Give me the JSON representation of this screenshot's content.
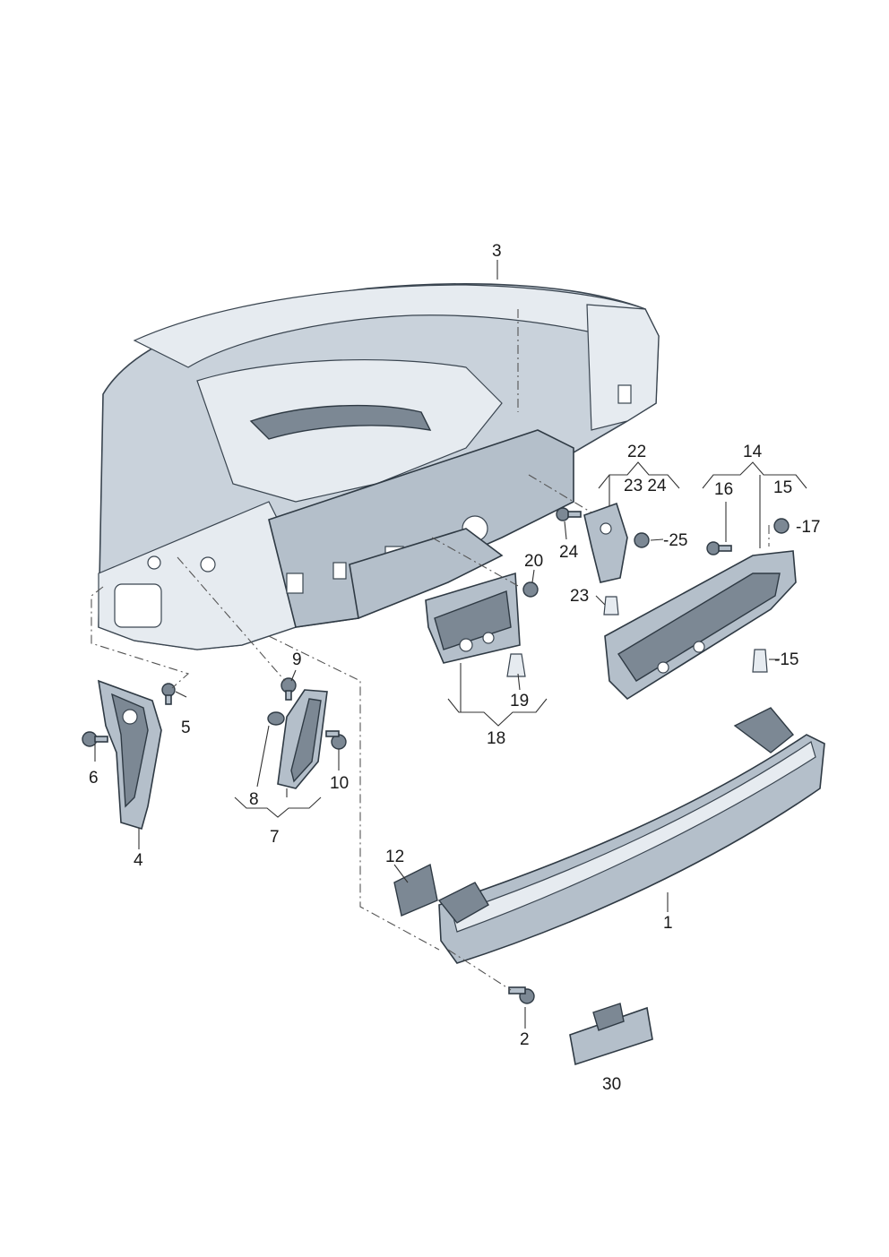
{
  "callouts": [
    {
      "id": "c1",
      "text": "1"
    },
    {
      "id": "c2",
      "text": "2"
    },
    {
      "id": "c3",
      "text": "3"
    },
    {
      "id": "c4",
      "text": "4"
    },
    {
      "id": "c5",
      "text": "5"
    },
    {
      "id": "c6",
      "text": "6"
    },
    {
      "id": "c7",
      "text": "7"
    },
    {
      "id": "c8",
      "text": "8"
    },
    {
      "id": "c9",
      "text": "9"
    },
    {
      "id": "c10",
      "text": "10"
    },
    {
      "id": "c12",
      "text": "12"
    },
    {
      "id": "c14",
      "text": "14"
    },
    {
      "id": "c15a",
      "text": "15"
    },
    {
      "id": "c15b",
      "text": "-15"
    },
    {
      "id": "c16",
      "text": "16"
    },
    {
      "id": "c17",
      "text": "-17"
    },
    {
      "id": "c18",
      "text": "18"
    },
    {
      "id": "c19",
      "text": "19"
    },
    {
      "id": "c20",
      "text": "20"
    },
    {
      "id": "c22",
      "text": "22"
    },
    {
      "id": "c2324",
      "text": "23 24"
    },
    {
      "id": "c23",
      "text": "23"
    },
    {
      "id": "c24",
      "text": "24"
    },
    {
      "id": "c25",
      "text": "-25"
    },
    {
      "id": "c30",
      "text": "30"
    }
  ]
}
